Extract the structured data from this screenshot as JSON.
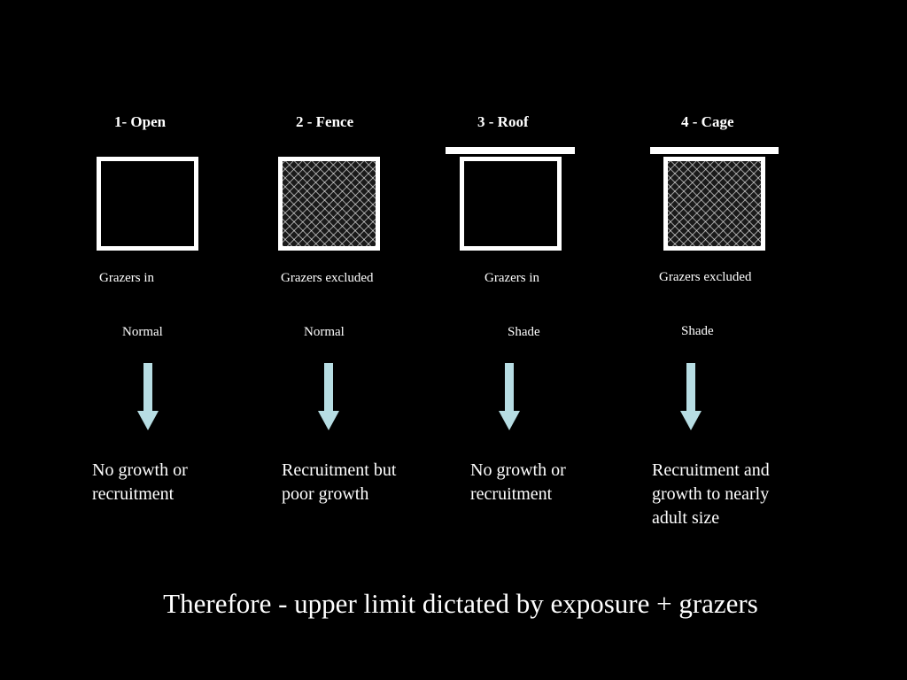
{
  "colors": {
    "background": "#000000",
    "text": "#ffffff",
    "arrow": "#b7dde3"
  },
  "treatments": [
    {
      "heading": "1- Open",
      "structure": "open",
      "grazers": "Grazers in",
      "light": "Normal",
      "outcome": "No growth or recruitment"
    },
    {
      "heading": "2 - Fence",
      "structure": "fence",
      "grazers": "Grazers excluded",
      "light": "Normal",
      "outcome": "Recruitment but poor growth"
    },
    {
      "heading": "3 - Roof",
      "structure": "roof",
      "grazers": "Grazers in",
      "light": "Shade",
      "outcome": "No growth or recruitment"
    },
    {
      "heading": "4 - Cage",
      "structure": "cage",
      "grazers": "Grazers excluded",
      "light": "Shade",
      "outcome": "Recruitment and growth to nearly adult size"
    }
  ],
  "conclusion": "Therefore - upper limit dictated by exposure + grazers"
}
